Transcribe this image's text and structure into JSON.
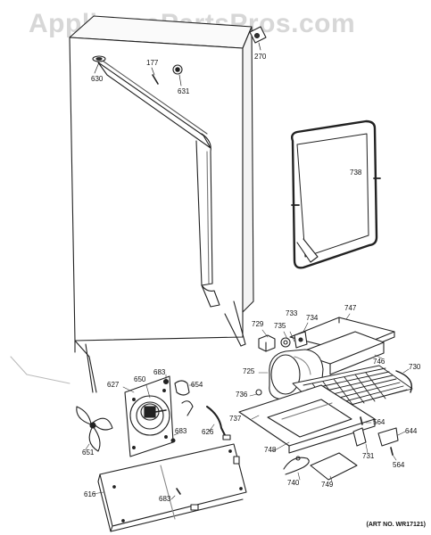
{
  "watermark": "AppliancePartsPros.com",
  "art_no": "(ART NO. WR17121)",
  "callouts": [
    {
      "id": "270",
      "label": "270"
    },
    {
      "id": "630",
      "label": "630"
    },
    {
      "id": "177",
      "label": "177"
    },
    {
      "id": "631",
      "label": "631"
    },
    {
      "id": "738",
      "label": "738"
    },
    {
      "id": "747",
      "label": "747"
    },
    {
      "id": "729",
      "label": "729"
    },
    {
      "id": "733",
      "label": "733"
    },
    {
      "id": "735",
      "label": "735"
    },
    {
      "id": "734",
      "label": "734"
    },
    {
      "id": "746",
      "label": "746"
    },
    {
      "id": "725",
      "label": "725"
    },
    {
      "id": "730",
      "label": "730"
    },
    {
      "id": "683a",
      "label": "683"
    },
    {
      "id": "650",
      "label": "650"
    },
    {
      "id": "654",
      "label": "654"
    },
    {
      "id": "627",
      "label": "627"
    },
    {
      "id": "736",
      "label": "736"
    },
    {
      "id": "737",
      "label": "737"
    },
    {
      "id": "564a",
      "label": "564"
    },
    {
      "id": "644",
      "label": "644"
    },
    {
      "id": "683b",
      "label": "683"
    },
    {
      "id": "626",
      "label": "626"
    },
    {
      "id": "748",
      "label": "748"
    },
    {
      "id": "731",
      "label": "731"
    },
    {
      "id": "564b",
      "label": "564"
    },
    {
      "id": "651",
      "label": "651"
    },
    {
      "id": "740",
      "label": "740"
    },
    {
      "id": "749",
      "label": "749"
    },
    {
      "id": "616",
      "label": "616"
    },
    {
      "id": "683c",
      "label": "683"
    }
  ]
}
